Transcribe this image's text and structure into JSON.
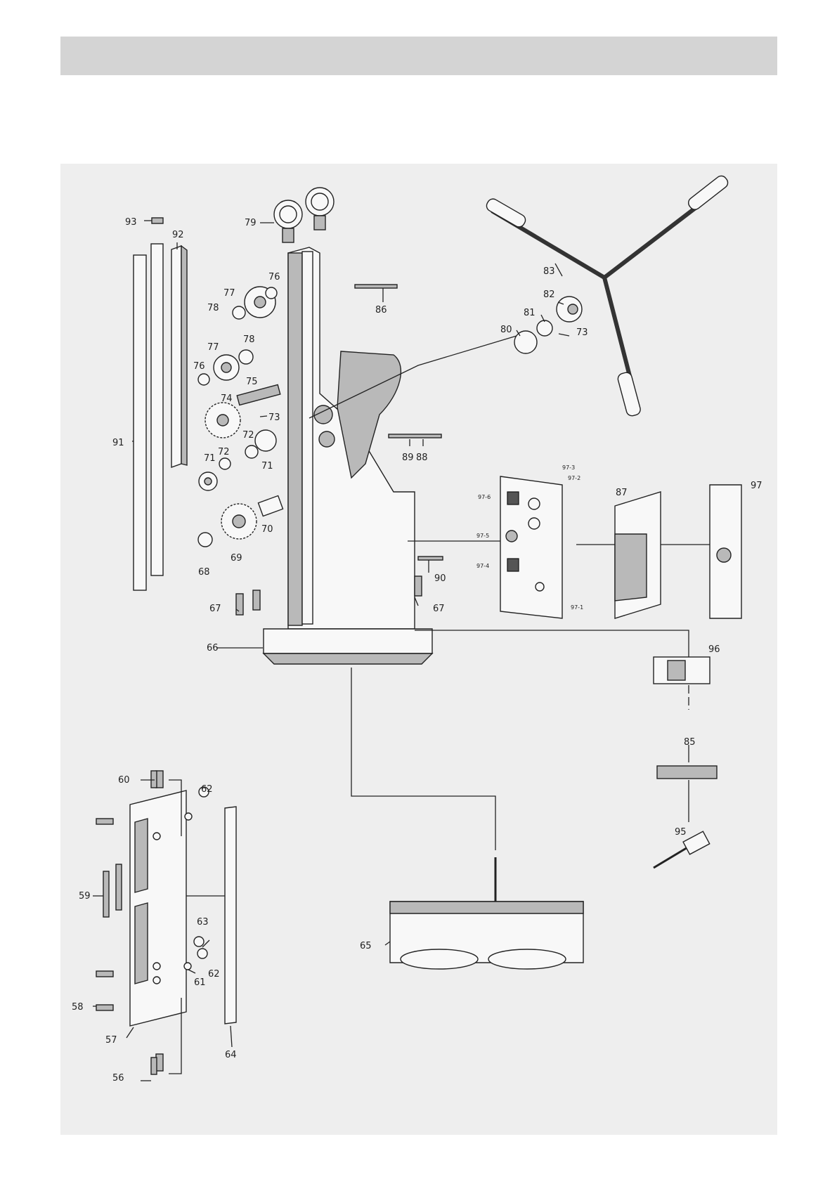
{
  "header": {
    "title": ""
  },
  "labels": {
    "p56": "56",
    "p57": "57",
    "p58": "58",
    "p59": "59",
    "p60": "60",
    "p61": "61",
    "p62a": "62",
    "p62b": "62",
    "p63": "63",
    "p64": "64",
    "p65": "65",
    "p66": "66",
    "p67a": "67",
    "p67b": "67",
    "p68": "68",
    "p69": "69",
    "p70": "70",
    "p71a": "71",
    "p71b": "71",
    "p72a": "72",
    "p72b": "72",
    "p73a": "73",
    "p73b": "73",
    "p74": "74",
    "p75": "75",
    "p76a": "76",
    "p76b": "76",
    "p77a": "77",
    "p77b": "77",
    "p78a": "78",
    "p78b": "78",
    "p79": "79",
    "p80": "80",
    "p81": "81",
    "p82": "82",
    "p83": "83",
    "p85": "85",
    "p86": "86",
    "p87": "87",
    "p88": "88",
    "p89": "89",
    "p90": "90",
    "p91": "91",
    "p92": "92",
    "p93": "93",
    "p95": "95",
    "p96": "96",
    "p97": "97",
    "p97_1": "97-1",
    "p97_2": "97-2",
    "p97_3": "97-3",
    "p97_4": "97-4",
    "p97_5": "97-5",
    "p97_6": "97-6"
  }
}
